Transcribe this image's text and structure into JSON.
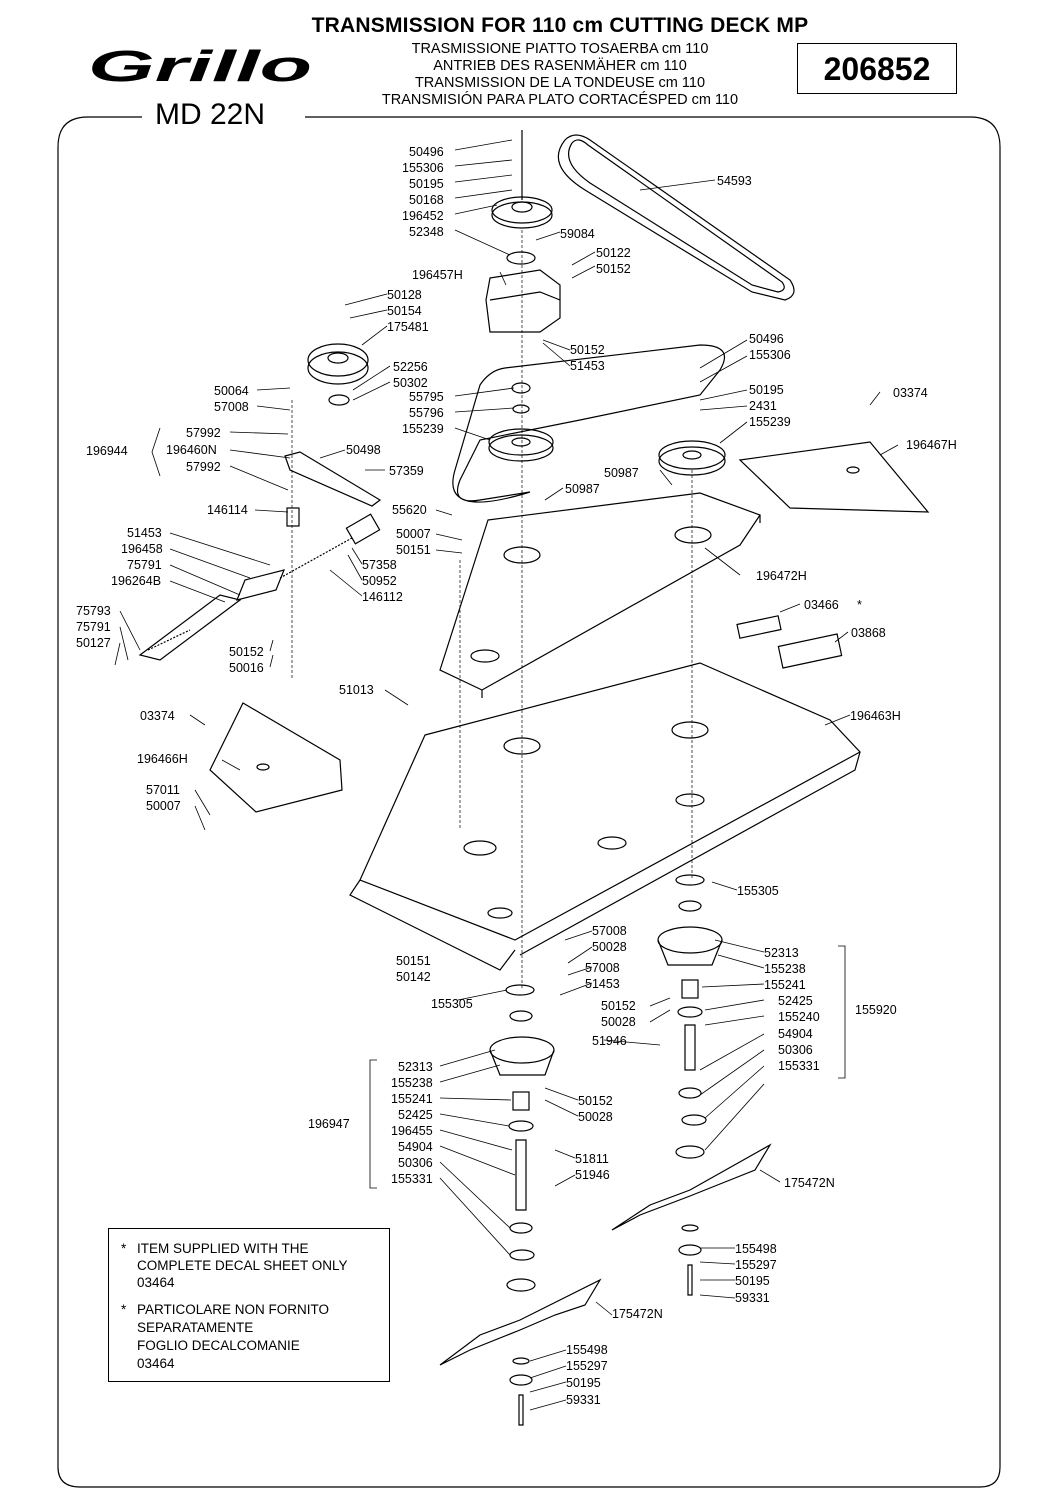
{
  "header": {
    "title": "TRANSMISSION FOR 110 cm CUTTING DECK MP",
    "subtitles": [
      "TRASMISSIONE PIATTO TOSAERBA cm 110",
      "ANTRIEB DES RASENMÄHER cm 110",
      "TRANSMISSION DE LA TONDEUSE cm 110",
      "TRANSMISIÓN PARA PLATO CORTACÉSPED cm 110"
    ],
    "brand": "Grillo",
    "model": "MD 22N",
    "part_number": "206852"
  },
  "labels": [
    {
      "id": "l1",
      "text": "50496"
    },
    {
      "id": "l2",
      "text": "155306"
    },
    {
      "id": "l3",
      "text": "50195"
    },
    {
      "id": "l4",
      "text": "50168"
    },
    {
      "id": "l5",
      "text": "196452"
    },
    {
      "id": "l6",
      "text": "52348"
    },
    {
      "id": "l7",
      "text": "54593"
    },
    {
      "id": "l8",
      "text": "59084"
    },
    {
      "id": "l9",
      "text": "50122"
    },
    {
      "id": "l10",
      "text": "50152"
    },
    {
      "id": "l11",
      "text": "196457H"
    },
    {
      "id": "l12",
      "text": "50128"
    },
    {
      "id": "l13",
      "text": "50154"
    },
    {
      "id": "l14",
      "text": "175481"
    },
    {
      "id": "l15",
      "text": "50152"
    },
    {
      "id": "l16",
      "text": "51453"
    },
    {
      "id": "l17",
      "text": "50496"
    },
    {
      "id": "l18",
      "text": "155306"
    },
    {
      "id": "l19",
      "text": "52256"
    },
    {
      "id": "l20",
      "text": "50302"
    },
    {
      "id": "l21",
      "text": "50064"
    },
    {
      "id": "l22",
      "text": "57008"
    },
    {
      "id": "l23",
      "text": "55795"
    },
    {
      "id": "l24",
      "text": "55796"
    },
    {
      "id": "l25",
      "text": "155239"
    },
    {
      "id": "l26",
      "text": "50195"
    },
    {
      "id": "l27",
      "text": "2431"
    },
    {
      "id": "l28",
      "text": "155239"
    },
    {
      "id": "l29",
      "text": "03374"
    },
    {
      "id": "l30",
      "text": "57992"
    },
    {
      "id": "l31",
      "text": "196944"
    },
    {
      "id": "l32",
      "text": "196460N"
    },
    {
      "id": "l33",
      "text": "57992"
    },
    {
      "id": "l34",
      "text": "50498"
    },
    {
      "id": "l35",
      "text": "57359"
    },
    {
      "id": "l36",
      "text": "196467H"
    },
    {
      "id": "l37",
      "text": "50987"
    },
    {
      "id": "l38",
      "text": "50987"
    },
    {
      "id": "l39",
      "text": "146114"
    },
    {
      "id": "l40",
      "text": "55620"
    },
    {
      "id": "l41",
      "text": "51453"
    },
    {
      "id": "l42",
      "text": "50007"
    },
    {
      "id": "l43",
      "text": "196458"
    },
    {
      "id": "l44",
      "text": "50151"
    },
    {
      "id": "l45",
      "text": "75791"
    },
    {
      "id": "l46",
      "text": "57358"
    },
    {
      "id": "l47",
      "text": "196264B"
    },
    {
      "id": "l48",
      "text": "50952"
    },
    {
      "id": "l49",
      "text": "196472H"
    },
    {
      "id": "l50",
      "text": "146112"
    },
    {
      "id": "l51",
      "text": "75793"
    },
    {
      "id": "l52",
      "text": "75791"
    },
    {
      "id": "l53",
      "text": "03466"
    },
    {
      "id": "l54",
      "text": "50127"
    },
    {
      "id": "l55",
      "text": "03868"
    },
    {
      "id": "l56",
      "text": "50152"
    },
    {
      "id": "l57",
      "text": "50016"
    },
    {
      "id": "l58",
      "text": "51013"
    },
    {
      "id": "l59",
      "text": "03374"
    },
    {
      "id": "l60",
      "text": "196463H"
    },
    {
      "id": "l61",
      "text": "196466H"
    },
    {
      "id": "l62",
      "text": "57011"
    },
    {
      "id": "l63",
      "text": "50007"
    },
    {
      "id": "l64",
      "text": "155305"
    },
    {
      "id": "l65",
      "text": "57008"
    },
    {
      "id": "l66",
      "text": "50028"
    },
    {
      "id": "l67",
      "text": "52313"
    },
    {
      "id": "l68",
      "text": "50151"
    },
    {
      "id": "l69",
      "text": "57008"
    },
    {
      "id": "l70",
      "text": "155238"
    },
    {
      "id": "l71",
      "text": "50142"
    },
    {
      "id": "l72",
      "text": "51453"
    },
    {
      "id": "l73",
      "text": "155241"
    },
    {
      "id": "l74",
      "text": "155305"
    },
    {
      "id": "l75",
      "text": "50152"
    },
    {
      "id": "l76",
      "text": "52425"
    },
    {
      "id": "l77",
      "text": "155920"
    },
    {
      "id": "l78",
      "text": "50028"
    },
    {
      "id": "l79",
      "text": "155240"
    },
    {
      "id": "l80",
      "text": "54904"
    },
    {
      "id": "l81",
      "text": "51946"
    },
    {
      "id": "l82",
      "text": "50306"
    },
    {
      "id": "l83",
      "text": "52313"
    },
    {
      "id": "l84",
      "text": "155331"
    },
    {
      "id": "l85",
      "text": "155238"
    },
    {
      "id": "l86",
      "text": "50152"
    },
    {
      "id": "l87",
      "text": "155241"
    },
    {
      "id": "l88",
      "text": "50028"
    },
    {
      "id": "l89",
      "text": "52425"
    },
    {
      "id": "l90",
      "text": "196947"
    },
    {
      "id": "l91",
      "text": "196455"
    },
    {
      "id": "l92",
      "text": "54904"
    },
    {
      "id": "l93",
      "text": "51811"
    },
    {
      "id": "l94",
      "text": "50306"
    },
    {
      "id": "l95",
      "text": "51946"
    },
    {
      "id": "l96",
      "text": "155331"
    },
    {
      "id": "l97",
      "text": "175472N"
    },
    {
      "id": "l98",
      "text": "155498"
    },
    {
      "id": "l99",
      "text": "155297"
    },
    {
      "id": "l100",
      "text": "50195"
    },
    {
      "id": "l101",
      "text": "59331"
    },
    {
      "id": "l102",
      "text": "175472N"
    },
    {
      "id": "l103",
      "text": "155498"
    },
    {
      "id": "l104",
      "text": "155297"
    },
    {
      "id": "l105",
      "text": "50195"
    },
    {
      "id": "l106",
      "text": "59331"
    },
    {
      "id": "l107",
      "text": "*"
    }
  ],
  "notes": {
    "star": "*",
    "en_line1": "ITEM SUPPLIED WITH THE",
    "en_line2": "COMPLETE DECAL SHEET ONLY",
    "en_line3": "03464",
    "it_line1": "PARTICOLARE NON FORNITO",
    "it_line2": "SEPARATAMENTE",
    "it_line3": "FOGLIO DECALCOMANIE",
    "it_line4": "03464"
  }
}
